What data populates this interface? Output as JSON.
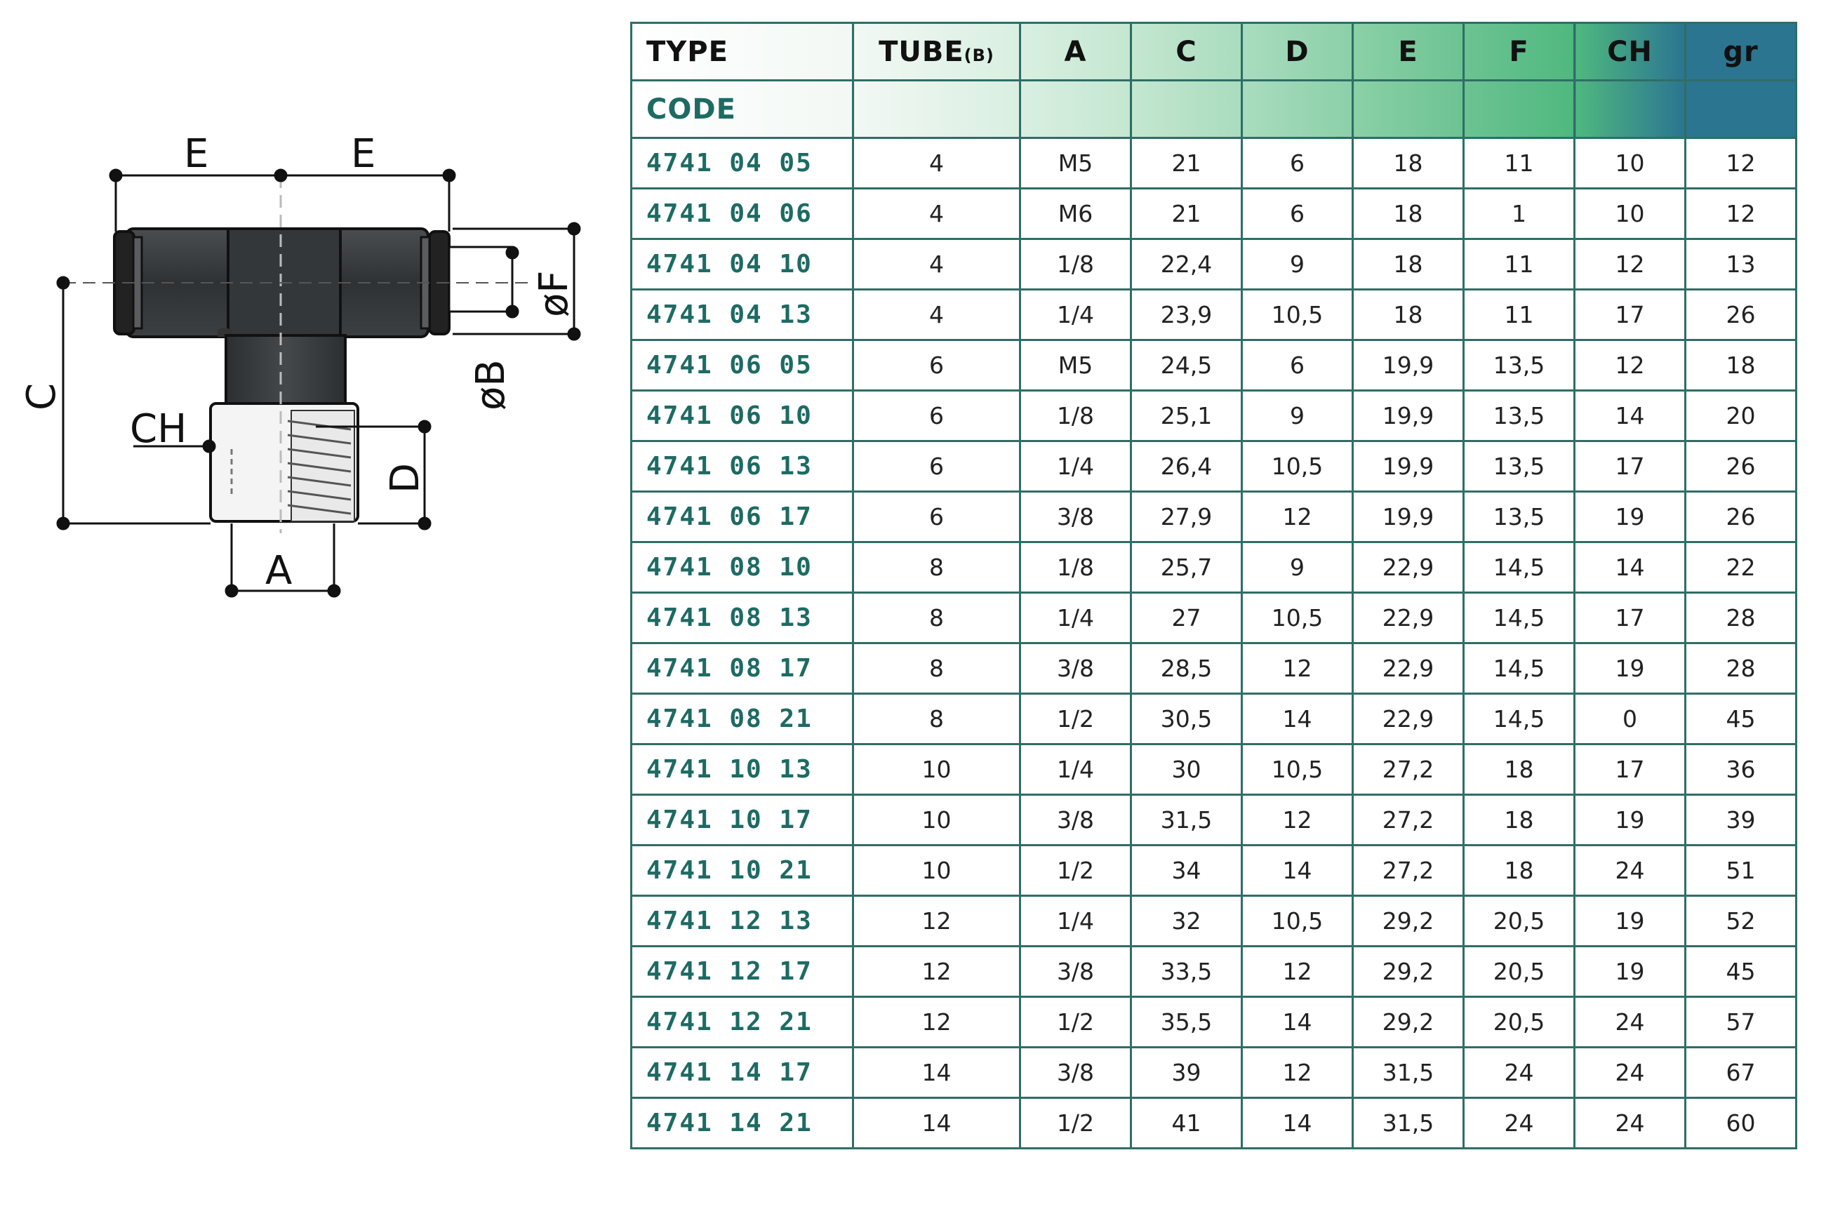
{
  "diagram": {
    "labels": {
      "e_left": "E",
      "e_right": "E",
      "c": "C",
      "ch": "CH",
      "d": "D",
      "a": "A",
      "b": "øB",
      "f": "øF"
    }
  },
  "table": {
    "headers": {
      "type": "TYPE",
      "tube": "TUBE",
      "tube_sub": "(B)",
      "a": "A",
      "c": "C",
      "d": "D",
      "e": "E",
      "f": "F",
      "ch": "CH",
      "gr": "gr"
    },
    "code_label": "CODE",
    "rows": [
      {
        "code": "4741 04 05",
        "tube": "4",
        "a": "M5",
        "c": "21",
        "d": "6",
        "e": "18",
        "f": "11",
        "ch": "10",
        "gr": "12"
      },
      {
        "code": "4741 04 06",
        "tube": "4",
        "a": "M6",
        "c": "21",
        "d": "6",
        "e": "18",
        "f": "1",
        "ch": "10",
        "gr": "12"
      },
      {
        "code": "4741 04 10",
        "tube": "4",
        "a": "1/8",
        "c": "22,4",
        "d": "9",
        "e": "18",
        "f": "11",
        "ch": "12",
        "gr": "13"
      },
      {
        "code": "4741 04 13",
        "tube": "4",
        "a": "1/4",
        "c": "23,9",
        "d": "10,5",
        "e": "18",
        "f": "11",
        "ch": "17",
        "gr": "26"
      },
      {
        "code": "4741 06 05",
        "tube": "6",
        "a": "M5",
        "c": "24,5",
        "d": "6",
        "e": "19,9",
        "f": "13,5",
        "ch": "12",
        "gr": "18"
      },
      {
        "code": "4741 06 10",
        "tube": "6",
        "a": "1/8",
        "c": "25,1",
        "d": "9",
        "e": "19,9",
        "f": "13,5",
        "ch": "14",
        "gr": "20"
      },
      {
        "code": "4741 06 13",
        "tube": "6",
        "a": "1/4",
        "c": "26,4",
        "d": "10,5",
        "e": "19,9",
        "f": "13,5",
        "ch": "17",
        "gr": "26"
      },
      {
        "code": "4741 06 17",
        "tube": "6",
        "a": "3/8",
        "c": "27,9",
        "d": "12",
        "e": "19,9",
        "f": "13,5",
        "ch": "19",
        "gr": "26"
      },
      {
        "code": "4741 08 10",
        "tube": "8",
        "a": "1/8",
        "c": "25,7",
        "d": "9",
        "e": "22,9",
        "f": "14,5",
        "ch": "14",
        "gr": "22"
      },
      {
        "code": "4741 08 13",
        "tube": "8",
        "a": "1/4",
        "c": "27",
        "d": "10,5",
        "e": "22,9",
        "f": "14,5",
        "ch": "17",
        "gr": "28"
      },
      {
        "code": "4741 08 17",
        "tube": "8",
        "a": "3/8",
        "c": "28,5",
        "d": "12",
        "e": "22,9",
        "f": "14,5",
        "ch": "19",
        "gr": "28"
      },
      {
        "code": "4741 08 21",
        "tube": "8",
        "a": "1/2",
        "c": "30,5",
        "d": "14",
        "e": "22,9",
        "f": "14,5",
        "ch": "0",
        "gr": "45"
      },
      {
        "code": "4741 10 13",
        "tube": "10",
        "a": "1/4",
        "c": "30",
        "d": "10,5",
        "e": "27,2",
        "f": "18",
        "ch": "17",
        "gr": "36"
      },
      {
        "code": "4741 10 17",
        "tube": "10",
        "a": "3/8",
        "c": "31,5",
        "d": "12",
        "e": "27,2",
        "f": "18",
        "ch": "19",
        "gr": "39"
      },
      {
        "code": "4741 10 21",
        "tube": "10",
        "a": "1/2",
        "c": "34",
        "d": "14",
        "e": "27,2",
        "f": "18",
        "ch": "24",
        "gr": "51"
      },
      {
        "code": "4741 12 13",
        "tube": "12",
        "a": "1/4",
        "c": "32",
        "d": "10,5",
        "e": "29,2",
        "f": "20,5",
        "ch": "19",
        "gr": "52"
      },
      {
        "code": "4741 12 17",
        "tube": "12",
        "a": "3/8",
        "c": "33,5",
        "d": "12",
        "e": "29,2",
        "f": "20,5",
        "ch": "19",
        "gr": "45"
      },
      {
        "code": "4741 12 21",
        "tube": "12",
        "a": "1/2",
        "c": "35,5",
        "d": "14",
        "e": "29,2",
        "f": "20,5",
        "ch": "24",
        "gr": "57"
      },
      {
        "code": "4741 14 17",
        "tube": "14",
        "a": "3/8",
        "c": "39",
        "d": "12",
        "e": "31,5",
        "f": "24",
        "ch": "24",
        "gr": "67"
      },
      {
        "code": "4741 14 21",
        "tube": "14",
        "a": "1/2",
        "c": "41",
        "d": "14",
        "e": "31,5",
        "f": "24",
        "ch": "24",
        "gr": "60"
      }
    ]
  }
}
